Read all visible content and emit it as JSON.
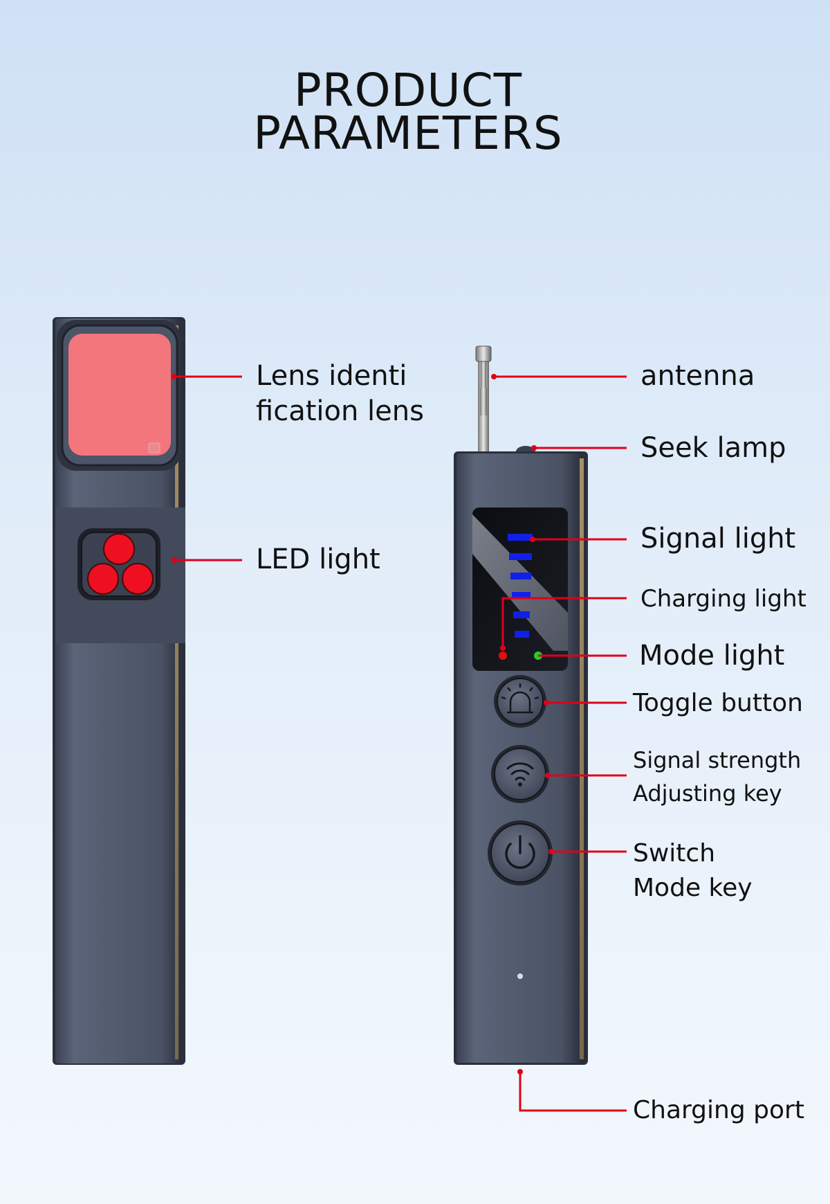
{
  "title": {
    "line1": "PRODUCT",
    "line2": "PARAMETERS"
  },
  "callouts": {
    "lens": {
      "line1": "Lens identi",
      "line2": "fication lens"
    },
    "led": "LED light",
    "antenna": "antenna",
    "seek_lamp": "Seek lamp",
    "signal_light": "Signal light",
    "charging_light": "Charging light",
    "mode_light": "Mode light",
    "toggle_button": "Toggle button",
    "signal_strength": {
      "line1": "Signal strength",
      "line2": "Adjusting key"
    },
    "switch_mode": {
      "line1": "Switch",
      "line2": "Mode key"
    },
    "charging_port": "Charging port"
  },
  "colors": {
    "leader_line": "#e0001a",
    "device_body": "#4b5468",
    "lens_filter": "#f2767c",
    "led": "#ee1020",
    "signal_bar": "#1020e8",
    "charging_dot": "#e01010",
    "mode_dot": "#20d030"
  },
  "icons": {
    "toggle": "alarm-icon",
    "signal": "wifi-icon",
    "switch": "power-icon"
  }
}
